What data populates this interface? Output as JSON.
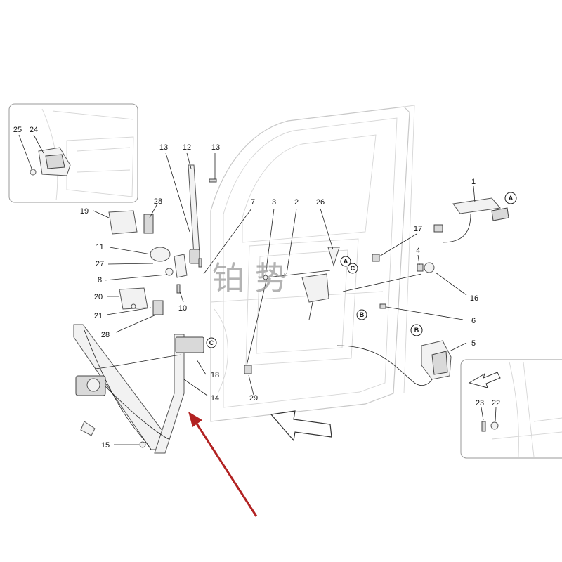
{
  "diagram": {
    "part_numbers": [
      "1",
      "2",
      "3",
      "4",
      "5",
      "6",
      "7",
      "8",
      "10",
      "11",
      "12",
      "13",
      "13",
      "14",
      "15",
      "16",
      "17",
      "18",
      "19",
      "20",
      "21",
      "22",
      "23",
      "24",
      "25",
      "26",
      "27",
      "28",
      "28",
      "29"
    ],
    "callouts": [
      "A",
      "A",
      "B",
      "B",
      "C",
      "C"
    ],
    "watermark": "铂 势",
    "colors": {
      "line": "#555555",
      "door": "#c8c8c8",
      "arrow_red": "#b22222"
    }
  }
}
